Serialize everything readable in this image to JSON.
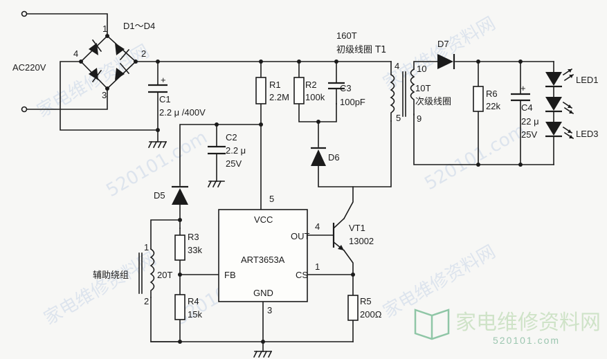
{
  "watermark": {
    "brand": "家电维修资料网",
    "site": "520101.com",
    "site_short": "520101.com"
  },
  "labels": {
    "ac": "AC220V",
    "bridge": "D1～D4",
    "n1": "1",
    "n2": "2",
    "n3": "3",
    "n4": "4",
    "c1_name": "C1",
    "c1_val": "2.2 μ /400V",
    "c1_plus": "+",
    "r1_name": "R1",
    "r1_val": "2.2M",
    "r2_name": "R2",
    "r2_val": "100k",
    "c3_name": "C3",
    "c3_val": "100pF",
    "prim_turns": "160T",
    "prim_name": "初级线圈 T1",
    "t_pin4": "4",
    "t_pin5": "5",
    "t_pin10": "10",
    "t_pin9": "9",
    "sec_turns": "10T",
    "sec_name": "次级线圈",
    "d7": "D7",
    "r6_name": "R6",
    "r6_val": "22k",
    "c4_name": "C4",
    "c4_val1": "22 μ",
    "c4_val2": "25V",
    "c4_plus": "+",
    "led1": "LED1",
    "led3": "LED3",
    "c2_name": "C2",
    "c2_val1": "2.2 μ",
    "c2_val2": "25V",
    "d6": "D6",
    "d5": "D5",
    "ic_name": "ART3653A",
    "ic_vcc": "VCC",
    "ic_out": "OUT",
    "ic_fb": "FB",
    "ic_cs": "CS",
    "ic_gnd": "GND",
    "ic_pin5": "5",
    "ic_pin4": "4",
    "ic_pin1": "1",
    "ic_pin3": "3",
    "vt1_name": "VT1",
    "vt1_val": "13002",
    "r3_name": "R3",
    "r3_val": "33k",
    "r4_name": "R4",
    "r4_val": "15k",
    "r5_name": "R5",
    "r5_val": "200Ω",
    "aux_name": "辅助绕组",
    "aux_turns": "20T",
    "aux_pin1": "1",
    "aux_pin2": "2"
  }
}
